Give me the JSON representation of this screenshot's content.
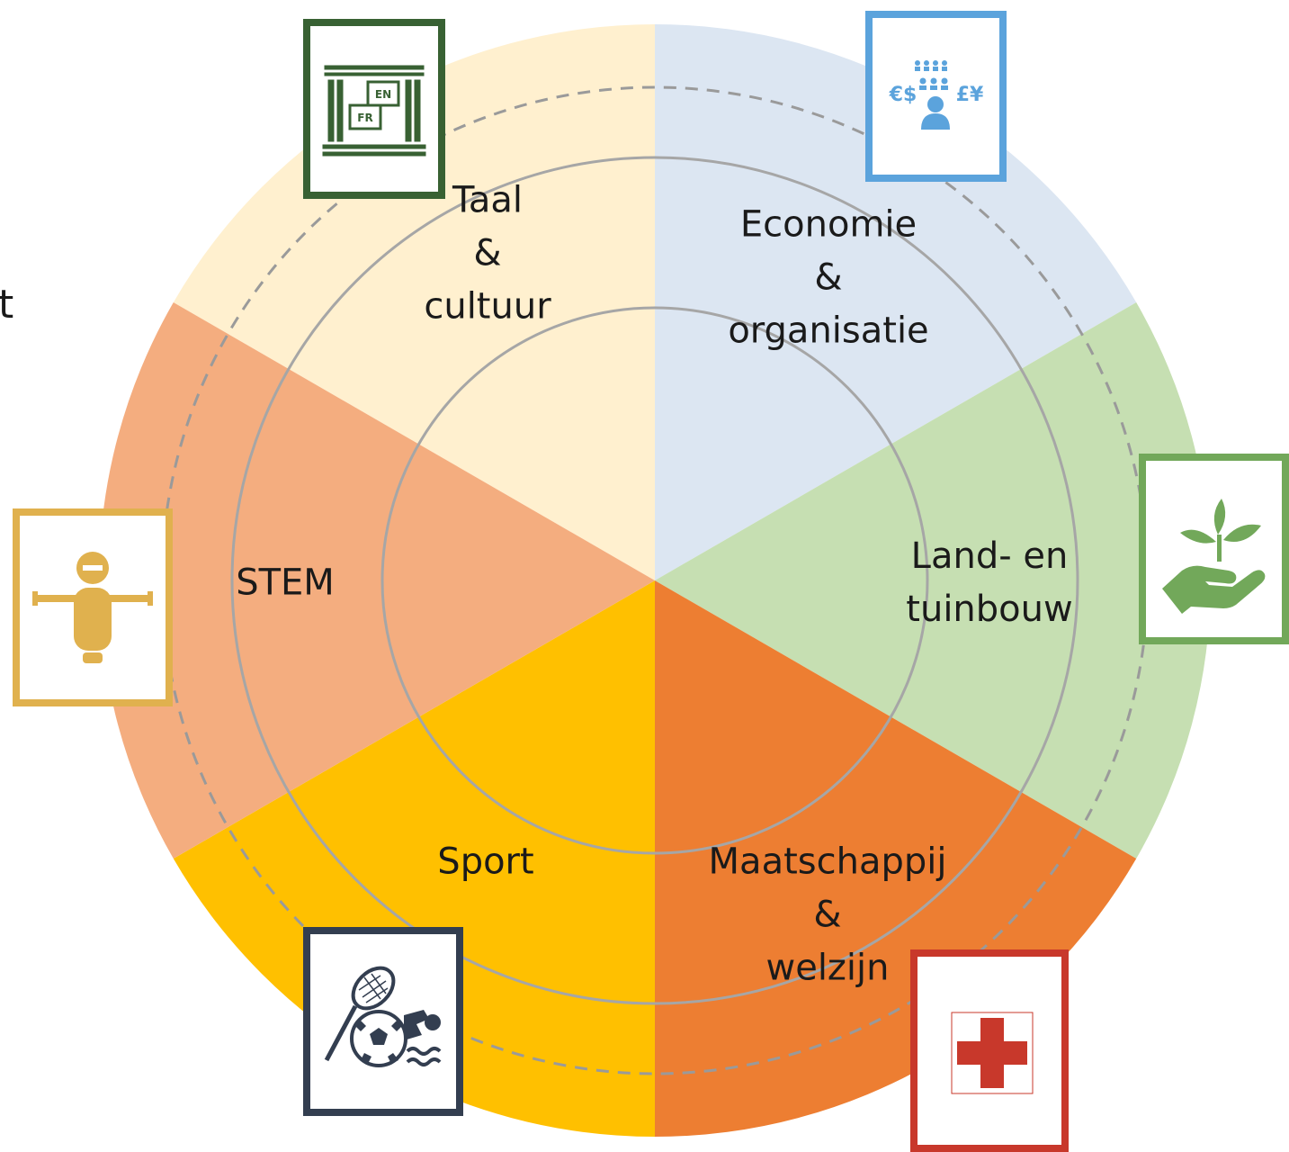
{
  "stray_text": "t",
  "segments": [
    {
      "id": "taal",
      "lines": [
        "Taal",
        "&",
        "cultuur"
      ],
      "color": "#FFF0CF",
      "icon": "language-columns-icon",
      "icon_color": "#386133",
      "icon_text": [
        "EN",
        "FR"
      ]
    },
    {
      "id": "economie",
      "lines": [
        "Economie",
        "&",
        "organisatie"
      ],
      "color": "#DCE6F2",
      "icon": "currency-people-icon",
      "icon_color": "#5BA3DC",
      "icon_text": [
        "€$",
        "£¥"
      ]
    },
    {
      "id": "land",
      "lines": [
        "Land- en",
        "tuinbouw"
      ],
      "color": "#C6DFB2",
      "icon": "plant-hand-icon",
      "icon_color": "#72A85A"
    },
    {
      "id": "maatschappij",
      "lines": [
        "Maatschappij",
        "&",
        "welzijn"
      ],
      "color": "#ED7E32",
      "icon": "red-cross-icon",
      "icon_color": "#C8382B"
    },
    {
      "id": "sport",
      "lines": [
        "Sport"
      ],
      "color": "#FFC000",
      "icon": "sports-icon",
      "icon_color": "#333E50"
    },
    {
      "id": "stem",
      "lines": [
        "STEM"
      ],
      "color": "#F4AD7F",
      "icon": "robot-icon",
      "icon_color": "#E0B14E"
    }
  ],
  "ring_color": "#A6A6A6"
}
